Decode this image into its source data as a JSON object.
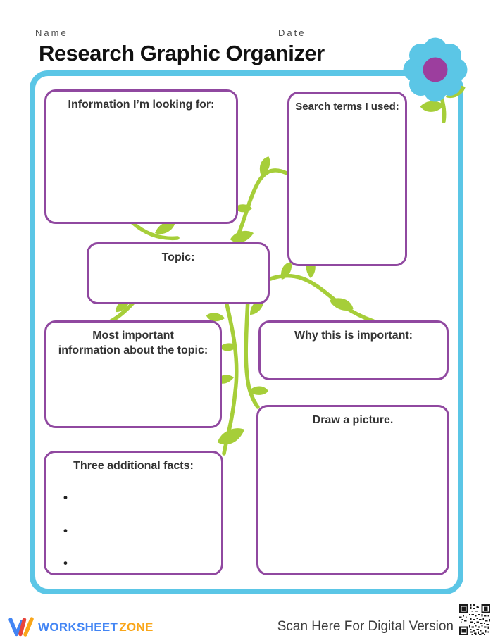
{
  "header": {
    "name_label": "Name",
    "date_label": "Date",
    "title": "Research Graphic Organizer"
  },
  "boxes": {
    "information": {
      "label": "Information I’m looking for:"
    },
    "search_terms": {
      "label": "Search terms I used:"
    },
    "topic": {
      "label": "Topic:"
    },
    "most_important": {
      "label_lines": [
        "Most important",
        "information about the topic:"
      ]
    },
    "why_important": {
      "label": "Why this is important:"
    },
    "three_facts": {
      "label": "Three additional facts:",
      "bullets": [
        "•",
        "•",
        "•"
      ]
    },
    "draw_picture": {
      "label": "Draw a picture."
    }
  },
  "footer": {
    "brand_word_1": "WORKSHEET",
    "brand_word_2": "ZONE",
    "scan_text": "Scan Here For Digital Version"
  },
  "icons": {
    "flower": "flower-icon",
    "vine": "vine-decoration",
    "logo_mark": "worksheetzone-w-icon",
    "qr": "qr-code"
  },
  "colors": {
    "frame": "#5BC6E6",
    "box_border": "#9048A0",
    "vine": "#A6CE39",
    "flower_petal": "#5BC6E6",
    "flower_center": "#9C3E9E",
    "brand_blue": "#4285F4",
    "brand_red": "#E8453C",
    "brand_yellow": "#F9A61A",
    "qr": "#1A1A1A"
  }
}
